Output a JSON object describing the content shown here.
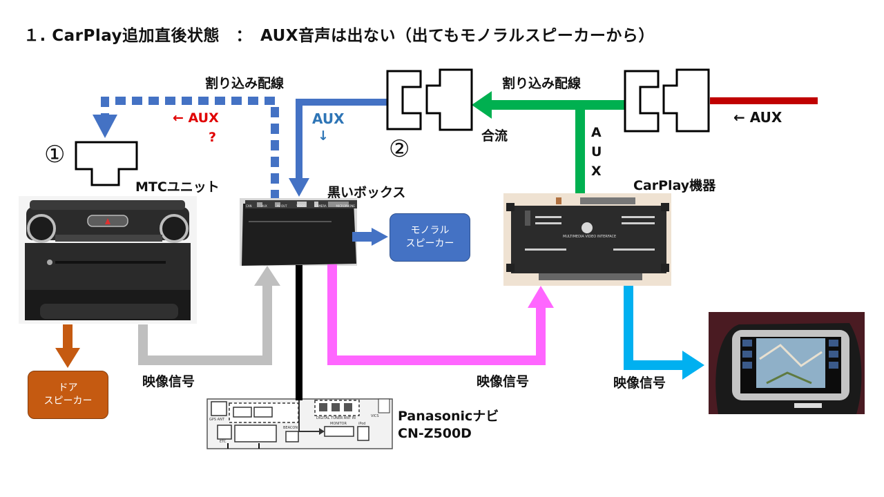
{
  "title": "１. CarPlay追加直後状態　：　AUX音声は出ない（出てもモノラルスピーカーから）",
  "labels": {
    "splice_left": "割り込み配線",
    "splice_right": "割り込み配線",
    "aux_red_left": "← AUX",
    "question": "?",
    "aux_blue": "AUX",
    "aux_blue_arrow": "↓",
    "circle1": "①",
    "circle2": "②",
    "merge": "合流",
    "aux_vertical": "A\nU\nX",
    "aux_red_right": "← AUX",
    "mtc_unit": "MTCユニット",
    "black_box": "黒いボックス",
    "carplay_device": "CarPlay機器",
    "video_signal_1": "映像信号",
    "video_signal_2": "映像信号",
    "video_signal_3": "映像信号",
    "nav_line1": "Panasonicナビ",
    "nav_line2": "CN-Z500D"
  },
  "boxes": {
    "mono_speaker": "モノラル\nスピーカー",
    "door_speaker": "ドア\nスピーカー"
  },
  "device_text": {
    "carplay_panel": "MULTIMEDIA VIDEO INTERFACE",
    "black_box_ports": [
      "CAN",
      "AUX",
      "AV OUT",
      "VIDEO",
      "CAMERA",
      "MICROPHONE"
    ],
    "nav_labels": [
      "GPS ANT",
      "ETC",
      "DIGITAL TUNER ANT IN",
      "BEACON",
      "MONITOR",
      "iPod",
      "VICS"
    ]
  },
  "colors": {
    "blue": "#4472c4",
    "green": "#00b050",
    "red": "#c00000",
    "gray": "#bfbfbf",
    "pink": "#ff66ff",
    "cyan": "#00b0f0",
    "orange": "#c55a11",
    "black": "#000000"
  }
}
